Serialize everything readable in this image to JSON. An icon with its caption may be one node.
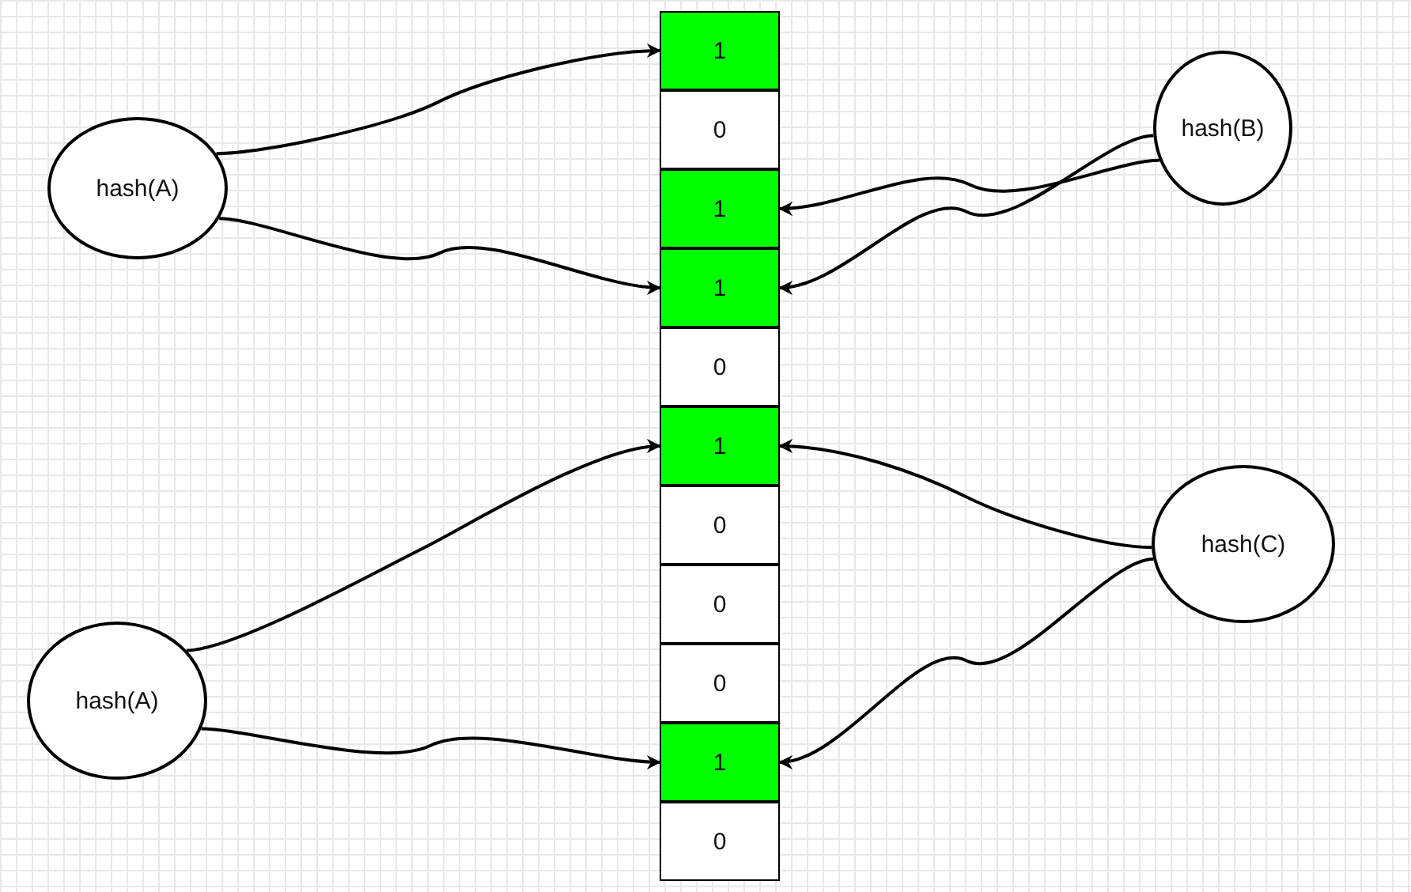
{
  "diagram": {
    "nodes": [
      {
        "text": [
          "hash(A)"
        ]
      },
      {
        "text": [
          "hash(B)"
        ]
      },
      {
        "text": [
          "1"
        ]
      },
      {
        "text": [
          "0"
        ]
      },
      {
        "text": [
          "1"
        ]
      },
      {
        "text": [
          "1"
        ]
      },
      {
        "text": [
          "0"
        ]
      },
      {
        "text": [
          "1"
        ]
      },
      {
        "text": [
          "0"
        ]
      },
      {
        "text": [
          "0"
        ]
      },
      {
        "text": [
          "0"
        ]
      },
      {
        "text": [
          "1"
        ]
      },
      {
        "text": [
          "0"
        ]
      },
      {
        "text": [
          "hash(C)"
        ]
      },
      {
        "text": [
          "hash(A)"
        ]
      }
    ],
    "edges": [
      {
        "from": 0,
        "to": 2,
        "arrow": "to"
      },
      {
        "from": 0,
        "to": 5,
        "arrow": "to"
      },
      {
        "from": 1,
        "to": 4,
        "arrow": "to"
      },
      {
        "from": 1,
        "to": 5,
        "arrow": "to"
      },
      {
        "from": 13,
        "to": 7,
        "arrow": "to"
      },
      {
        "from": 13,
        "to": 11,
        "arrow": "to"
      },
      {
        "from": 14,
        "to": 7,
        "arrow": "to"
      },
      {
        "from": 14,
        "to": 11,
        "arrow": "to"
      }
    ]
  }
}
